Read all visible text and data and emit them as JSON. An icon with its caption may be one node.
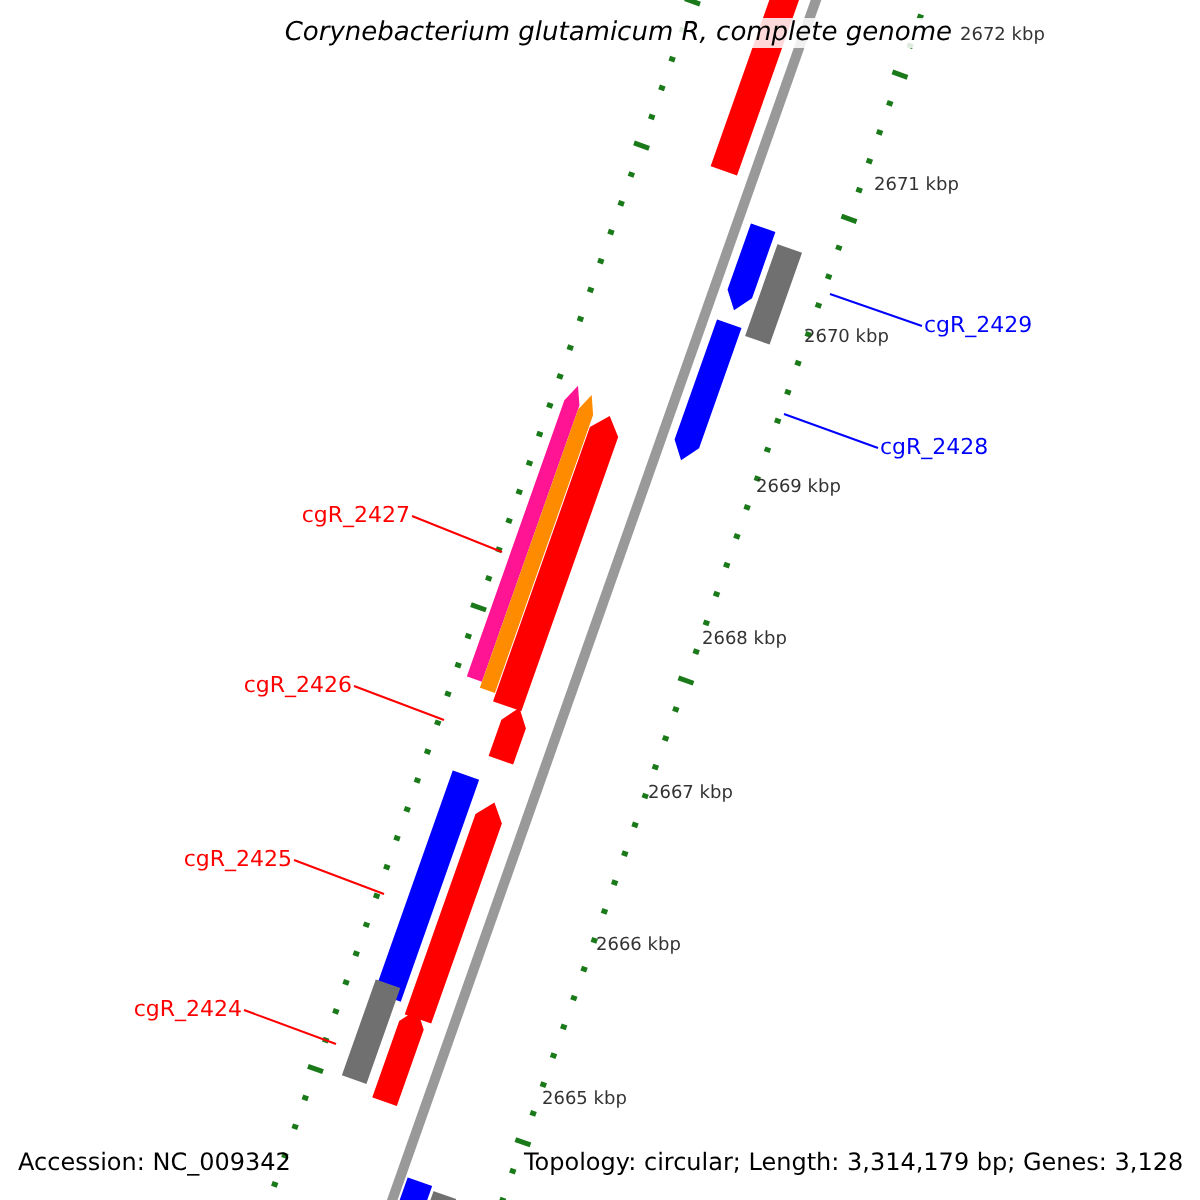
{
  "diagram": {
    "title": "Corynebacterium glutamicum R, complete genome",
    "nodes": [
      {
        "text": [
          "cgR_2429"
        ]
      },
      {
        "text": [
          "cgR_2428"
        ]
      },
      {
        "text": [
          "cgR_2427"
        ]
      },
      {
        "text": [
          "cgR_2426"
        ]
      },
      {
        "text": [
          "cgR_2425"
        ]
      },
      {
        "text": [
          "cgR_2424"
        ]
      }
    ],
    "edges": [
      {
        "from": 0,
        "to": null,
        "arrow": "none",
        "color": "#0000ff"
      },
      {
        "from": 1,
        "to": null,
        "arrow": "none",
        "color": "#0000ff"
      },
      {
        "from": 2,
        "to": null,
        "arrow": "none"
      },
      {
        "from": 3,
        "to": null,
        "arrow": "none"
      },
      {
        "from": 4,
        "to": null,
        "arrow": "none"
      },
      {
        "from": 5,
        "to": null,
        "arrow": "none"
      }
    ],
    "labels": [
      "2672 kbp",
      "2671 kbp",
      "2670 kbp",
      "2669 kbp",
      "2668 kbp",
      "2667 kbp",
      "2666 kbp",
      "2665 kbp",
      "Accession: NC_009342",
      "Topology: circular; Length: 3,314,179 bp; Genes: 3,128"
    ]
  }
}
